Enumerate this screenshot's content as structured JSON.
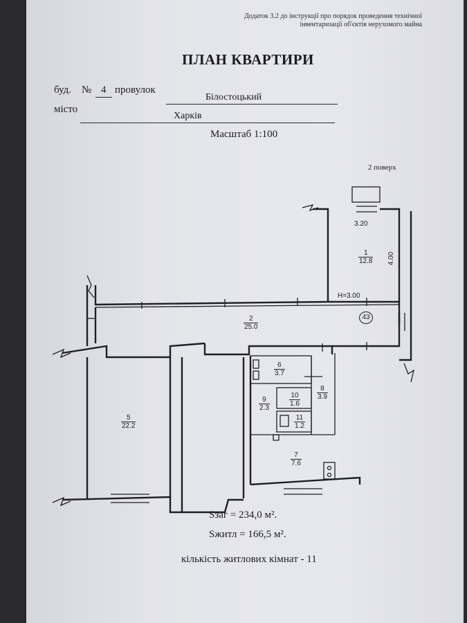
{
  "header_note_line1": "Додаток 3.2 до інструкції про порядок проведення технічної",
  "header_note_line2": "інвентаризації об'єктів нерухомого майна",
  "title": "ПЛАН КВАРТИРИ",
  "building_label": "буд.",
  "number_sign": "№",
  "building_number": "4",
  "lane_label": "провулок",
  "lane_name": "Білостоцький",
  "city_label": "місто",
  "city_name": "Харків",
  "scale": "Масштаб 1:100",
  "floor": "2 поверх",
  "dim_width": "3.20",
  "dim_length": "4.00",
  "ceiling_height": "H=3.00",
  "inventory_number": "43",
  "rooms": [
    {
      "num": "1",
      "area": "12.8"
    },
    {
      "num": "2",
      "area": "25.0"
    },
    {
      "num": "5",
      "area": "22.2"
    },
    {
      "num": "6",
      "area": "3.7"
    },
    {
      "num": "7",
      "area": "7.6"
    },
    {
      "num": "8",
      "area": "3.9"
    },
    {
      "num": "9",
      "area": "2.3"
    },
    {
      "num": "10",
      "area": "1.6"
    },
    {
      "num": "11",
      "area": "1.2"
    }
  ],
  "total_area": "Sзаг = 234,0 м².",
  "living_area": "Sжитл = 166,5 м².",
  "living_rooms": "кількість житлових кімнат - 11"
}
